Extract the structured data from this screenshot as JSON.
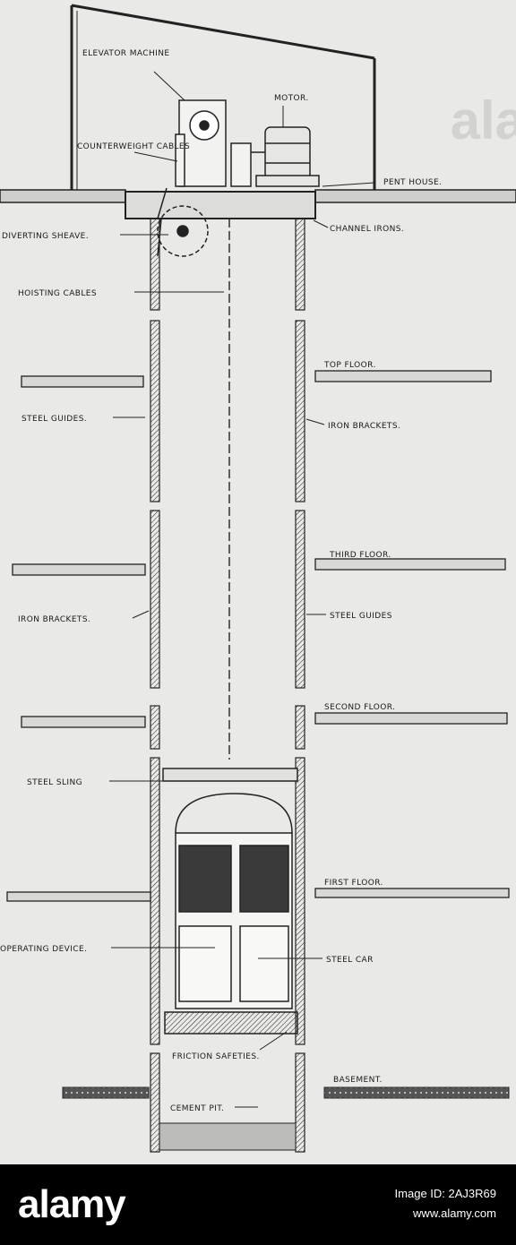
{
  "labels": {
    "elevator_machine": "ELEVATOR MACHINE",
    "motor": "MOTOR.",
    "counterweight_cables": "COUNTERWEIGHT CABLES",
    "pent_house": "PENT HOUSE.",
    "diverting_sheave": "DIVERTING SHEAVE.",
    "channel_irons": "CHANNEL IRONS.",
    "hoisting_cables": "HOISTING CABLES",
    "top_floor": "TOP FLOOR.",
    "steel_guides_upper": "STEEL GUIDES.",
    "iron_brackets_upper": "IRON BRACKETS.",
    "third_floor": "THIRD FLOOR.",
    "iron_brackets_lower": "IRON BRACKETS.",
    "steel_guides_lower": "STEEL GUIDES",
    "second_floor": "SECOND FLOOR.",
    "steel_sling": "STEEL SLING",
    "first_floor": "FIRST FLOOR.",
    "operating_device": "OPERATING DEVICE.",
    "steel_car": "STEEL CAR",
    "friction_safeties": "FRICTION SAFETIES.",
    "basement": "BASEMENT.",
    "cement_pit": "CEMENT PIT."
  },
  "footer": {
    "brand": "alamy",
    "image_id": "Image ID: 2AJ3R69",
    "site": "www.alamy.com"
  },
  "watermark": "ala"
}
